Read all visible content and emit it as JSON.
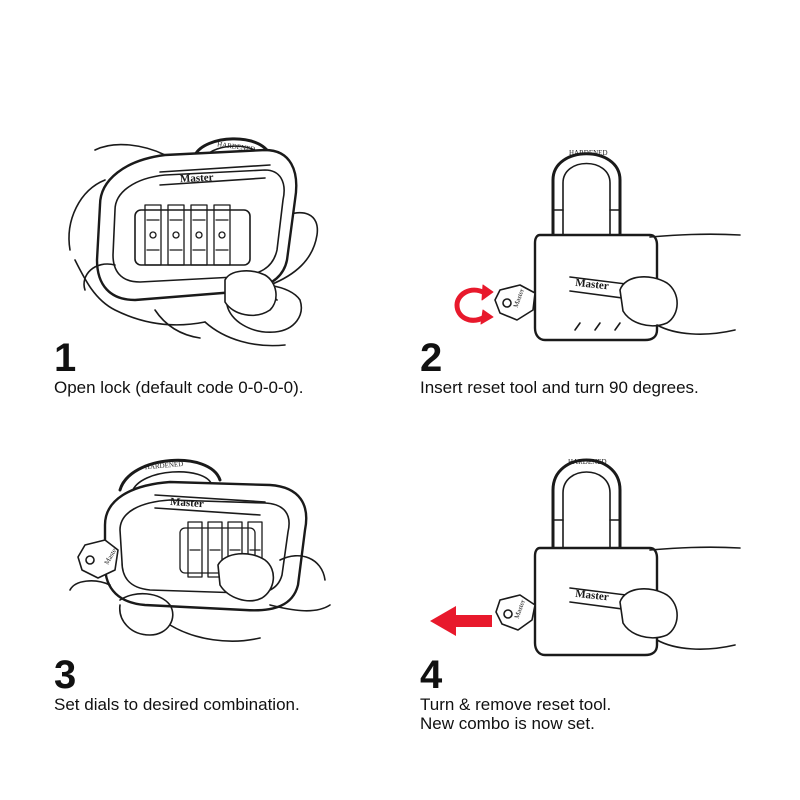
{
  "steps": [
    {
      "number": "1",
      "lines": [
        "Open lock (default code 0-0-0-0)."
      ]
    },
    {
      "number": "2",
      "lines": [
        "Insert reset tool and turn 90 degrees."
      ]
    },
    {
      "number": "3",
      "lines": [
        "Set dials to desired combination."
      ]
    },
    {
      "number": "4",
      "lines": [
        "Turn & remove reset tool.",
        "New combo is now set."
      ]
    }
  ],
  "lock": {
    "brand": "Master",
    "shackle_text": "HARDENED",
    "key_text": "Master"
  },
  "colors": {
    "arrow_red": "#e8192c",
    "line": "#1a1a1a"
  },
  "icons": {
    "turn_arrow": "circular-arrow-icon",
    "pull_arrow": "left-arrow-icon"
  }
}
